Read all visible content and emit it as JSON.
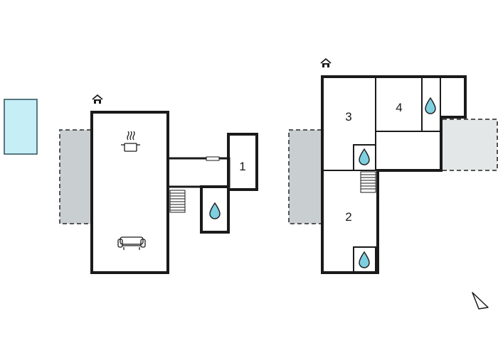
{
  "rooms": [
    {
      "id": "room-1",
      "label": "1"
    },
    {
      "id": "room-2",
      "label": "2"
    },
    {
      "id": "room-3",
      "label": "3"
    },
    {
      "id": "room-4",
      "label": "4"
    }
  ],
  "colors": {
    "wall": "#1a1a1a",
    "terrace": "#c9ced1",
    "terrace_light": "#e3e7e8",
    "pool": "#c5eef6",
    "pool_border": "#2c4f5a",
    "water_drop": "#7ecfe0"
  },
  "icons": {
    "entrance": "house-entrance-icon",
    "kitchen": "cooking-pot-icon",
    "living": "sofa-icon",
    "bathroom": "water-drop-icon",
    "stairs": "stairs-icon",
    "compass": "north-arrow-icon"
  }
}
